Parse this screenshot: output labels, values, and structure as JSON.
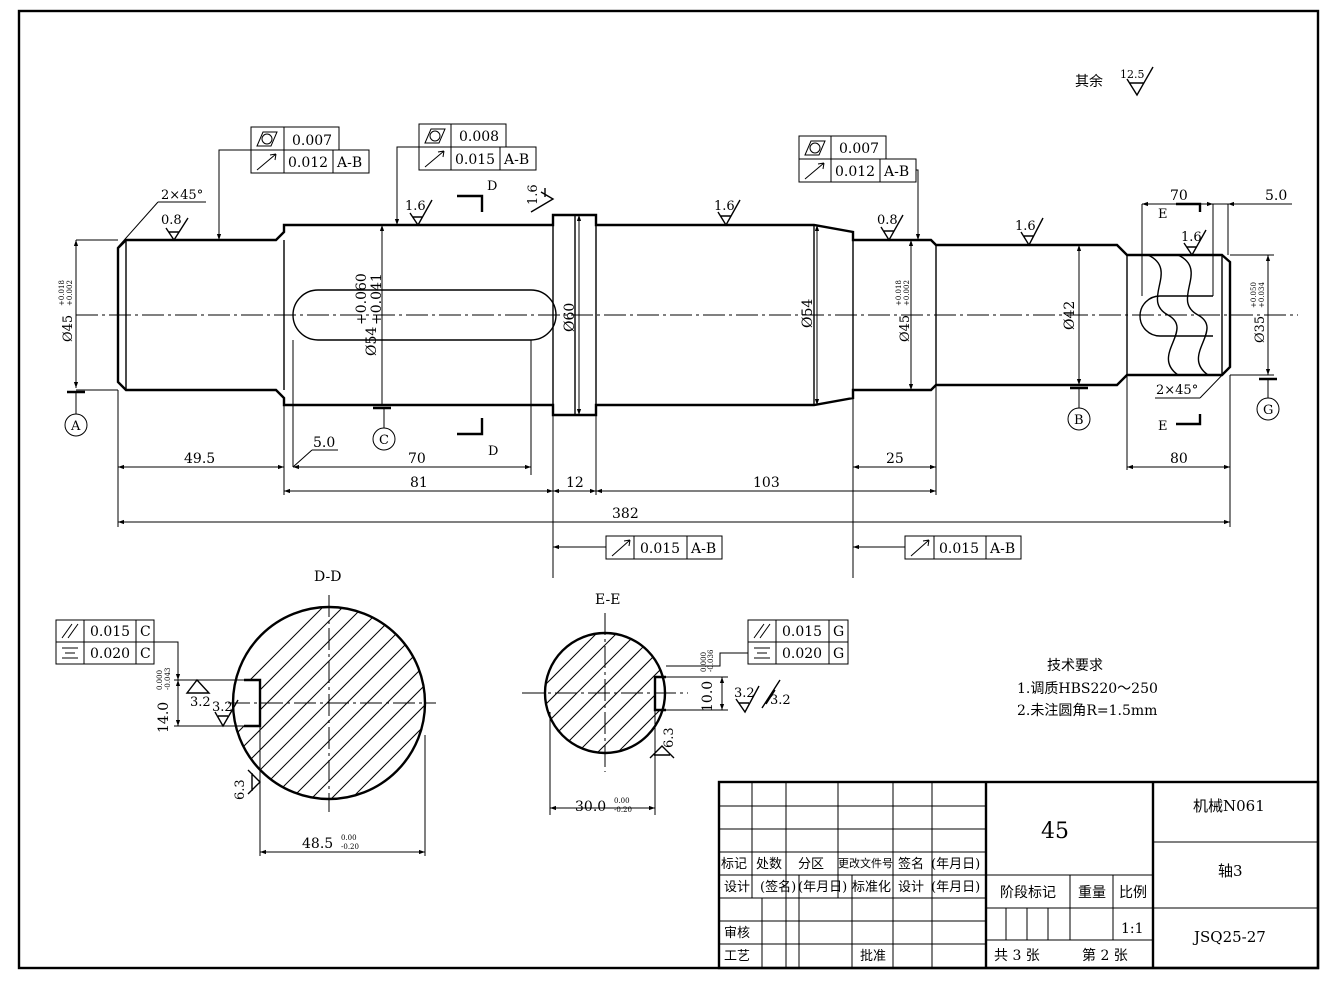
{
  "general_roughness": {
    "label": "其余",
    "value": "12.5"
  },
  "roughness": {
    "r08": "0.8",
    "r16": "1.6",
    "r32": "3.2",
    "r63": "6.3"
  },
  "chamfer": "2×45°",
  "fcf": {
    "cyl_1": "0.007",
    "cyl_2": "0.008",
    "cyl_3": "0.007",
    "runout_012": "0.012",
    "runout_015": "0.015",
    "datum_ab": "A-B",
    "par_015": "0.015",
    "sym_020": "0.020",
    "datum_c": "C",
    "datum_g": "G"
  },
  "datums": {
    "a": "A",
    "b": "B",
    "c": "C",
    "g": "G"
  },
  "sections": {
    "d_letter": "D",
    "e_letter": "E",
    "dd_title": "D-D",
    "ee_title": "E-E"
  },
  "diameters": {
    "d45": "Ø45",
    "d45_tol_up": "+0.018",
    "d45_tol_dn": "+0.002",
    "d54_key": "Ø54",
    "d54_tol_up": "+0.060",
    "d54_tol_dn": "+0.041",
    "d60": "Ø60",
    "d54": "Ø54",
    "d42": "Ø42",
    "d35": "Ø35",
    "d35_tol_up": "+0.050",
    "d35_tol_dn": "+0.034"
  },
  "dims": {
    "l70_top": "70",
    "l50_top": "5.0",
    "l495": "49.5",
    "l50_key": "5.0",
    "l70_key": "70",
    "l25": "25",
    "l80": "80",
    "l81": "81",
    "l12": "12",
    "l103": "103",
    "l382": "382"
  },
  "dd_dims": {
    "depth": "14.0",
    "depth_up": "0.000",
    "depth_dn": "-0.043",
    "width": "48.5",
    "width_up": "0.00",
    "width_dn": "-0.20"
  },
  "ee_dims": {
    "depth": "10.0",
    "depth_up": "0.000",
    "depth_dn": "-0.036",
    "width": "30.0",
    "width_up": "0.00",
    "width_dn": "-0.20"
  },
  "tech": {
    "title": "技术要求",
    "line1": "1.调质HBS220～250",
    "line2": "2.未注圆角R=1.5mm"
  },
  "title_block": {
    "mark": "标记",
    "count": "处数",
    "zone": "分区",
    "change_doc": "更改文件号",
    "sign": "签名",
    "date": "(年月日)",
    "design": "设计",
    "sign_paren": "(签名)",
    "standard": "标准化",
    "design2": "设计",
    "stage_mark": "阶段标记",
    "weight": "重量",
    "scale_label": "比例",
    "review": "审核",
    "process": "工艺",
    "approve": "批准",
    "material": "45",
    "scale_value": "1:1",
    "sheets": "共 3  张",
    "sheet_no": "第 2  张",
    "company": "机械N061",
    "part_name": "轴3",
    "drawing_no": "JSQ25-27"
  }
}
